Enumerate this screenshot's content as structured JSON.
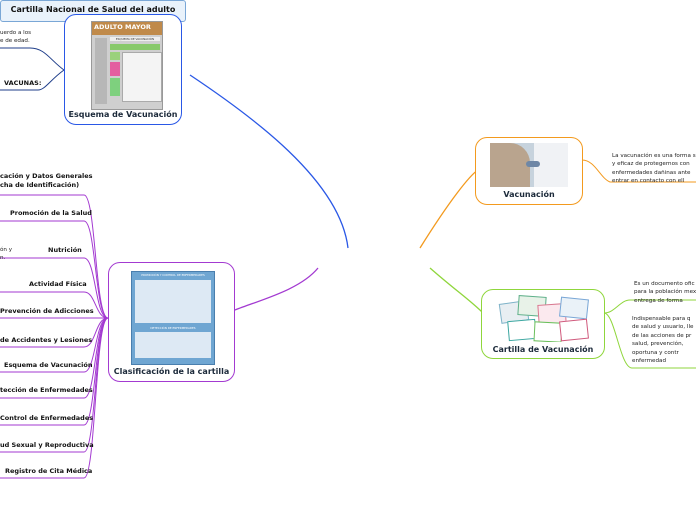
{
  "root": "Cartilla Nacional de Salud del adulto mayor",
  "esquema": {
    "title": "Esquema de Vacunación",
    "card_header": "ADULTO MAYOR",
    "card_sub": "ESQUEMA DE VACUNACIÓN",
    "left_note_1": "uerdo a los\ne de edad.",
    "left_note_2": "VACUNAS:"
  },
  "clasificacion": {
    "title": "Clasificación de la cartilla",
    "items": [
      "cación y Datos Generales\ncha de Identificación)",
      "Promoción de la Salud",
      "Nutrición",
      "Actividad Física",
      "Prevención de Adicciones",
      "de Accidentes y Lesiones",
      "Esquema de Vacunación",
      "tección de Enfermedades",
      "Control de Enfermedades",
      "ud Sexual y Reproductiva",
      "Registro de Cita Médica"
    ],
    "nutricion_note": "ón y\nn.",
    "sheet_title_1": "PROMOCIÓN Y CONTROL DE ENFERMEDADES",
    "sheet_title_2": "DETECCIÓN DE ENFERMEDADES"
  },
  "vacunacion": {
    "title": "Vacunación",
    "note": "La vacunación es una forma se\ny eficaz de protegernos con\nenfermedades dañinas ante\nentrar en contacto con ell"
  },
  "cartilla": {
    "title": "Cartilla de Vacunación",
    "note_1": "Es un documento ofic\npara la población mex\nentrega de forma",
    "note_2": "Indispensable para q\nde salud y usuario, lle\nde las acciones de pr\nsalud, prevención,\noportuna y contr\nenfermedad"
  },
  "colors": {
    "purple": "#a33ad1",
    "blue": "#2a58e6",
    "navy": "#1f3e8a",
    "orange": "#f39a1e",
    "green": "#8fd63c"
  }
}
